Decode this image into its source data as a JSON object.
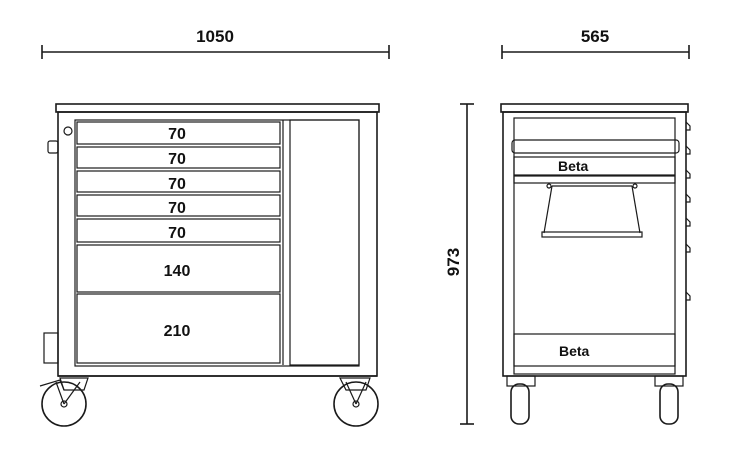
{
  "dimensions": {
    "width": "1050",
    "depth": "565",
    "height": "973"
  },
  "drawers": [
    "70",
    "70",
    "70",
    "70",
    "70",
    "140",
    "210"
  ],
  "brand": {
    "upper": "Beta",
    "lower": "Beta"
  }
}
